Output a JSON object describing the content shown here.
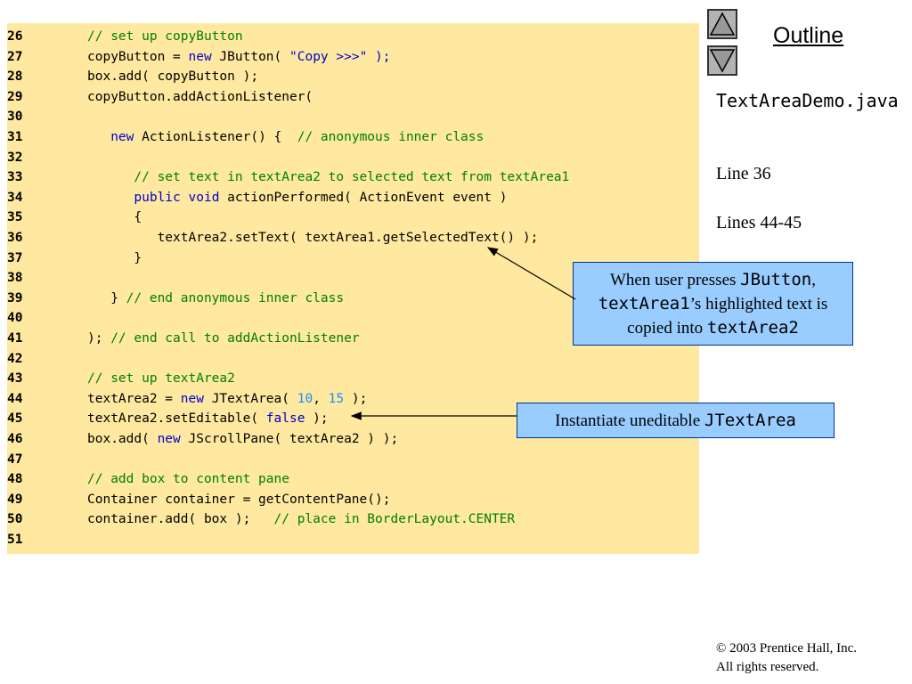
{
  "code_lines": [
    {
      "num": "26",
      "segs": [
        {
          "t": "// set up copyButton",
          "c": "cm"
        }
      ]
    },
    {
      "num": "27",
      "segs": [
        {
          "t": "copyButton = ",
          "c": ""
        },
        {
          "t": "new",
          "c": "kw"
        },
        {
          "t": " JButton( ",
          "c": ""
        },
        {
          "t": "\"Copy >>>\"",
          "c": "str"
        },
        {
          "t": " );",
          "c": "kw"
        }
      ]
    },
    {
      "num": "28",
      "segs": [
        {
          "t": "box.add( copyButton );",
          "c": ""
        }
      ]
    },
    {
      "num": "29",
      "segs": [
        {
          "t": "copyButton.addActionListener(",
          "c": ""
        }
      ]
    },
    {
      "num": "30",
      "segs": []
    },
    {
      "num": "31",
      "segs": [
        {
          "t": "   ",
          "c": ""
        },
        {
          "t": "new",
          "c": "kw"
        },
        {
          "t": " ActionListener() {  ",
          "c": ""
        },
        {
          "t": "// anonymous inner class",
          "c": "cm"
        }
      ]
    },
    {
      "num": "32",
      "segs": []
    },
    {
      "num": "33",
      "segs": [
        {
          "t": "      ",
          "c": ""
        },
        {
          "t": "// set text in textArea2 to selected text from textArea1",
          "c": "cm"
        }
      ]
    },
    {
      "num": "34",
      "segs": [
        {
          "t": "      ",
          "c": ""
        },
        {
          "t": "public",
          "c": "kw"
        },
        {
          "t": " ",
          "c": ""
        },
        {
          "t": "void",
          "c": "kw"
        },
        {
          "t": " actionPerformed( ActionEvent event )",
          "c": ""
        }
      ]
    },
    {
      "num": "35",
      "segs": [
        {
          "t": "      {",
          "c": ""
        }
      ]
    },
    {
      "num": "36",
      "segs": [
        {
          "t": "         textArea2.setText( textArea1.getSelectedText() );",
          "c": ""
        }
      ]
    },
    {
      "num": "37",
      "segs": [
        {
          "t": "      }",
          "c": ""
        }
      ]
    },
    {
      "num": "38",
      "segs": []
    },
    {
      "num": "39",
      "segs": [
        {
          "t": "   } ",
          "c": ""
        },
        {
          "t": "// end anonymous inner class",
          "c": "cm"
        }
      ]
    },
    {
      "num": "40",
      "segs": []
    },
    {
      "num": "41",
      "segs": [
        {
          "t": "); ",
          "c": ""
        },
        {
          "t": "// end call to addActionListener",
          "c": "cm"
        }
      ]
    },
    {
      "num": "42",
      "segs": []
    },
    {
      "num": "43",
      "segs": [
        {
          "t": "// set up textArea2",
          "c": "cm"
        }
      ]
    },
    {
      "num": "44",
      "segs": [
        {
          "t": "textArea2 = ",
          "c": ""
        },
        {
          "t": "new",
          "c": "kw"
        },
        {
          "t": " JTextArea( ",
          "c": ""
        },
        {
          "t": "10",
          "c": "num"
        },
        {
          "t": ", ",
          "c": ""
        },
        {
          "t": "15",
          "c": "num"
        },
        {
          "t": " );",
          "c": ""
        }
      ]
    },
    {
      "num": "45",
      "segs": [
        {
          "t": "textArea2.setEditable( ",
          "c": ""
        },
        {
          "t": "false",
          "c": "kw"
        },
        {
          "t": " );",
          "c": ""
        }
      ]
    },
    {
      "num": "46",
      "segs": [
        {
          "t": "box.add( ",
          "c": ""
        },
        {
          "t": "new",
          "c": "kw"
        },
        {
          "t": " JScrollPane( textArea2 ) );",
          "c": ""
        }
      ]
    },
    {
      "num": "47",
      "segs": []
    },
    {
      "num": "48",
      "segs": [
        {
          "t": "// add box to content pane",
          "c": "cm"
        }
      ]
    },
    {
      "num": "49",
      "segs": [
        {
          "t": "Container container = getContentPane();",
          "c": ""
        }
      ]
    },
    {
      "num": "50",
      "segs": [
        {
          "t": "container.add( box );   ",
          "c": ""
        },
        {
          "t": "// place in BorderLayout.CENTER",
          "c": "cm"
        }
      ]
    },
    {
      "num": "51",
      "segs": []
    }
  ],
  "outline": {
    "title": "Outline",
    "file_name": "TextAreaDemo.java",
    "items": [
      "Line 36",
      "Lines 44-45"
    ]
  },
  "nav": {
    "up_icon": "triangle-up-icon",
    "down_icon": "triangle-down-icon"
  },
  "callout1": {
    "p1": "When user presses ",
    "m1": "JButton",
    "p2": ", ",
    "m2": "textArea1",
    "p3": "’s highlighted text is copied into ",
    "m3": "textArea2"
  },
  "callout2": {
    "p1": "Instantiate uneditable ",
    "m1": "JTextArea"
  },
  "footer": {
    "line1": "© 2003 Prentice Hall, Inc.",
    "line2": "All rights reserved."
  },
  "colors": {
    "code_bg": "#ffe8a0",
    "callout_bg": "#99ccff",
    "comment": "#008000",
    "keyword": "#0000cc",
    "number": "#1a8cff"
  }
}
